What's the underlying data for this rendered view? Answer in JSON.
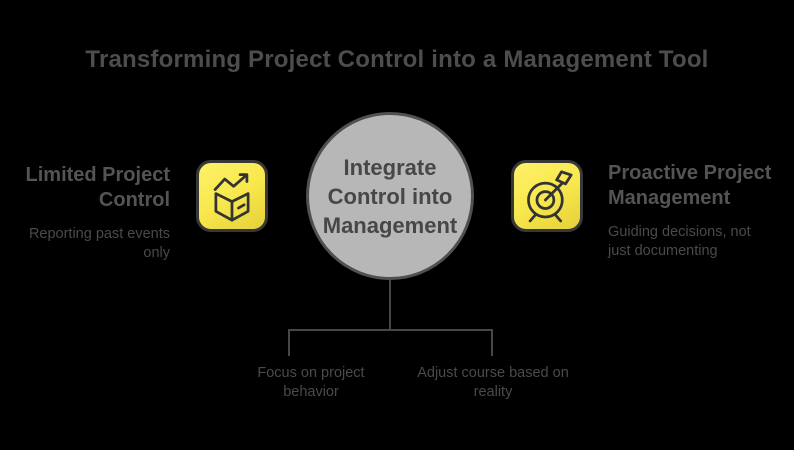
{
  "title": "Transforming Project Control into a Management Tool",
  "left_item": {
    "heading": "Limited Project\nControl",
    "description": "Reporting past events\nonly",
    "icon": "box-trend-up-icon"
  },
  "center_node": {
    "label": "Integrate\nControl into\nManagement"
  },
  "right_item": {
    "heading": "Proactive Project\nManagement",
    "description": "Guiding decisions, not\njust documenting",
    "icon": "target-arrow-icon"
  },
  "bottom_labels": [
    {
      "text": "Focus on project\nbehavior"
    },
    {
      "text": "Adjust course based on\nreality"
    }
  ],
  "colors": {
    "background": "#000000",
    "title_text": "#4d4d4d",
    "heading_text": "#545454",
    "body_text": "#4a4a4a",
    "circle_fill": "#b7b7b7",
    "circle_border": "#505050",
    "circle_text": "#474747",
    "connector_line": "#474747",
    "icon_yellow_top": "#fdf168",
    "icon_yellow_bottom": "#e5d039",
    "icon_card_border": "#383838",
    "icon_glyph_stroke": "#333333"
  }
}
